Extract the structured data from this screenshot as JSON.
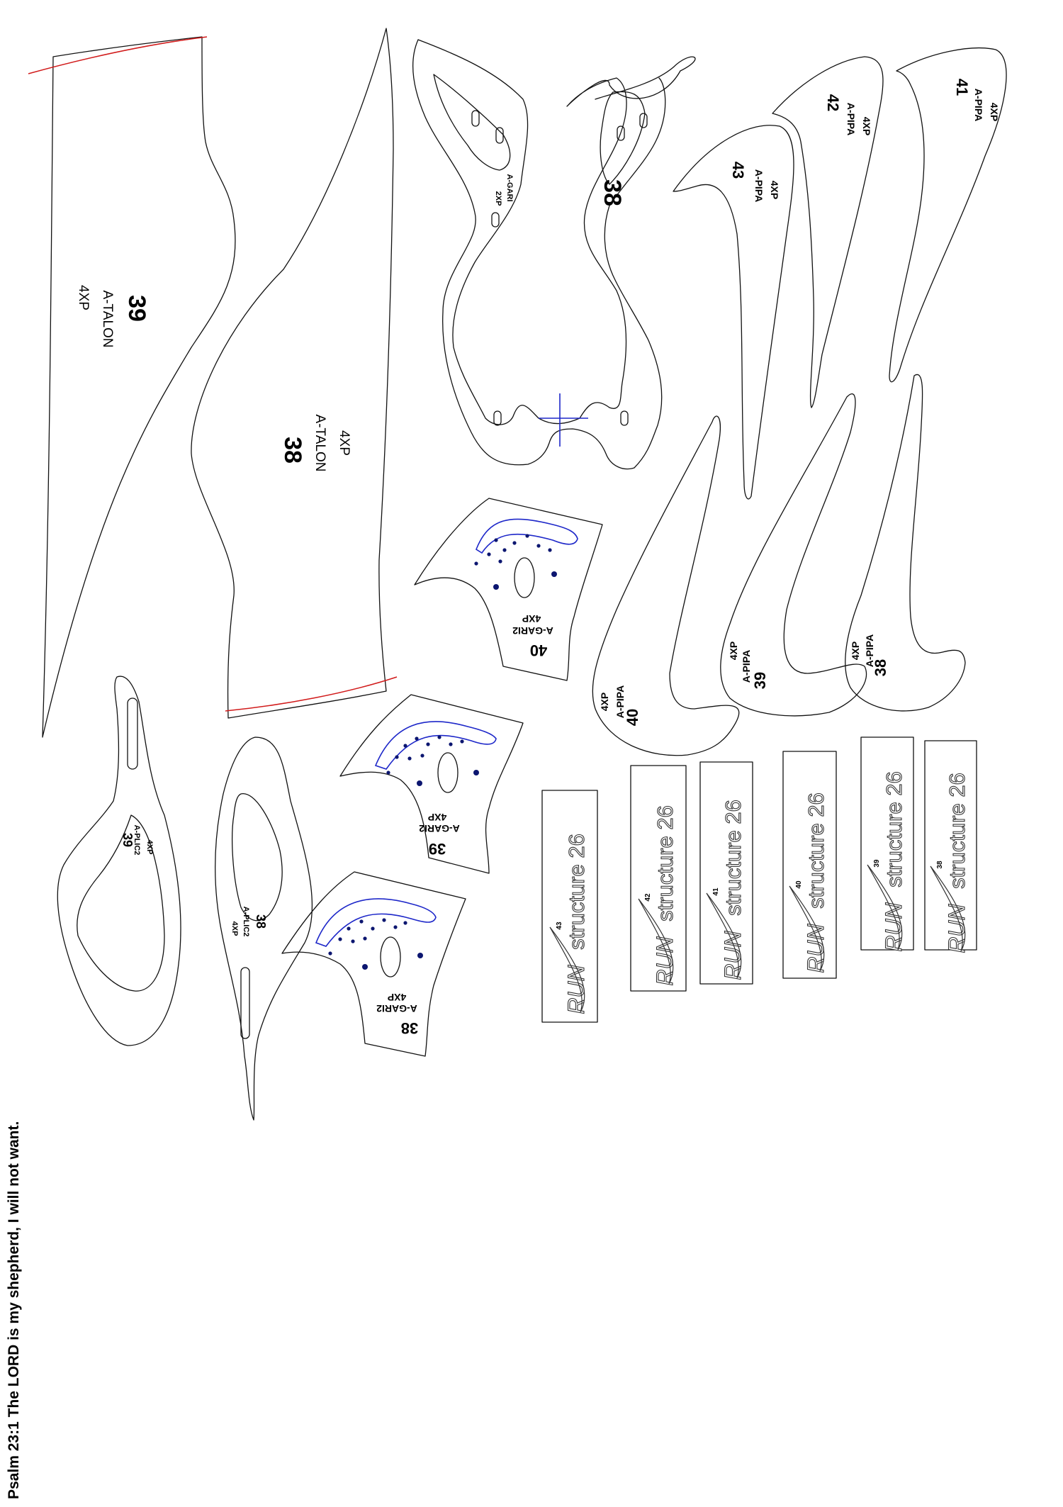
{
  "footer": {
    "verse": "Psalm 23:1 The LORD is my shepherd, I will not want."
  },
  "pieces": {
    "talon": {
      "label": "A-TALON",
      "qty": "4XP",
      "sizes": [
        "39",
        "38"
      ]
    },
    "gari": {
      "label": "A-GARI",
      "qty": "2XP",
      "size": "38"
    },
    "pipa": {
      "label": "A-PIPA",
      "qty": "4XP",
      "sizes": [
        "43",
        "42",
        "41",
        "40",
        "39",
        "38"
      ]
    },
    "gari2": {
      "label": "A-GARI2",
      "qty": "4XP",
      "sizes": [
        "40",
        "39",
        "38"
      ]
    },
    "plic2": {
      "label": "A-PLIC2",
      "qty": "4XP",
      "sizes": [
        "39",
        "38"
      ]
    },
    "logo": {
      "run": "RUN",
      "model": "structure 26",
      "sizes": [
        "43",
        "42",
        "41",
        "40",
        "39",
        "38"
      ]
    }
  },
  "colors": {
    "outline": "#111111",
    "cut_line": "#d11a1a",
    "mark_line": "#1d27c9",
    "dots": "#0c1670"
  }
}
